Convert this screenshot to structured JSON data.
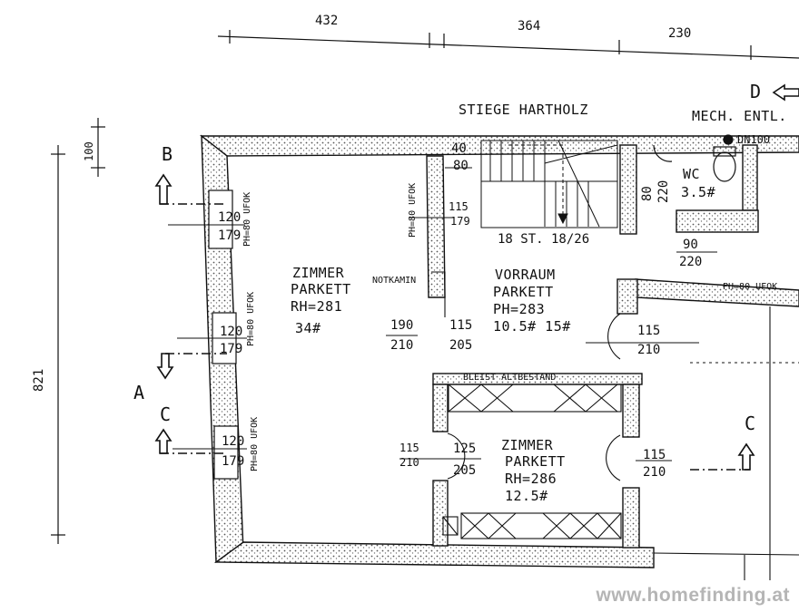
{
  "dims_top": {
    "a": "432",
    "b": "364",
    "c": "230"
  },
  "dims_left": {
    "small": "100",
    "total": "821"
  },
  "labels": {
    "stair": "STIEGE HARTHOLZ",
    "mech": "MECH. ENTL.",
    "dn": "DN100",
    "steps": "18 ST. 18/26",
    "notkamin": "NOTKAMIN",
    "bleist": "BLEIST ALTBESTAND"
  },
  "sections": {
    "b": "B",
    "a": "A",
    "c_left": "C",
    "c_right": "C",
    "d": "D"
  },
  "rooms": {
    "zimmer1": {
      "name": "ZIMMER",
      "floor": "PARKETT",
      "height": "RH=281",
      "area": "34#"
    },
    "vorraum": {
      "name": "VORRAUM",
      "floor": "PARKETT",
      "height": "PH=283",
      "area": "10.5# 15#"
    },
    "zimmer2": {
      "name": "ZIMMER",
      "floor": "PARKETT",
      "height": "RH=286",
      "area": "12.5#"
    },
    "wc": {
      "name": "WC",
      "area": "3.5#"
    }
  },
  "openings": {
    "w1_w": "120",
    "w1_h": "179",
    "w1_ph": "PH=80 UFOK",
    "w2_w": "120",
    "w2_h": "179",
    "w2_ph": "PH=80 UFOK",
    "w3_w": "120",
    "w3_h": "179",
    "w3_ph": "PH=80 UFOK",
    "ph_wall": "PH=80 UFOK",
    "ph_right": "PH=80 UFOK",
    "d_stair_w": "40",
    "d_stair_h": "80",
    "d_115_w": "115",
    "d_115_h": "179",
    "d_main_w": "190",
    "d_main_h": "210",
    "d_mid_w": "115",
    "d_mid_h": "205",
    "d_right_w": "115",
    "d_right_h": "210",
    "d_wc_w": "80",
    "d_wc_h": "220",
    "d_90_w": "90",
    "d_90_h": "220",
    "d_low1_w": "115",
    "d_low1_h": "210",
    "d_low2_w": "125",
    "d_low2_h": "205",
    "d_low3_w": "115",
    "d_low3_h": "210"
  },
  "watermark": "www.homefinding.at"
}
